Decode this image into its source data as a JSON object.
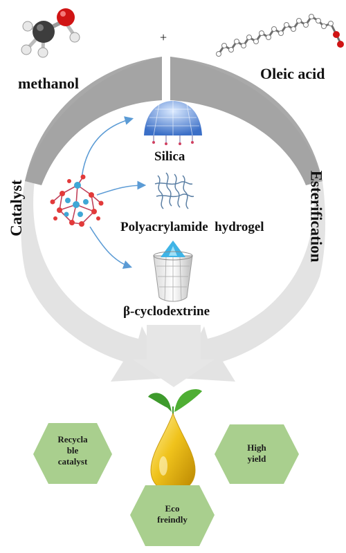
{
  "reactants": {
    "left": "methanol",
    "right": "Oleic acid",
    "plus": "+"
  },
  "process": {
    "left": "Catalyst",
    "right": "Esterification"
  },
  "supports": [
    {
      "label": "Silica",
      "icon": "silica-dome-icon"
    },
    {
      "label": "Polyacrylamide  hydrogel",
      "icon": "hydrogel-network-icon"
    },
    {
      "label": "β-cyclodextrine",
      "icon": "cyclodextrin-cone-icon"
    }
  ],
  "benefits": {
    "recyclable": [
      "Recycla",
      "ble",
      "catalyst"
    ],
    "high_yield": [
      "High",
      "yield"
    ],
    "eco": [
      "Eco",
      "freindly"
    ]
  },
  "colors": {
    "top_arrows": "#a9a9a9",
    "lower_arrows": "#e3e3e3",
    "hexagon": "#a9cf8e",
    "connector_arrows": "#5b9bd5",
    "oil_drop": "#e9b614",
    "leaf": "#3e9a2c"
  },
  "icons": [
    "methanol-molecule-icon",
    "oleic-acid-molecule-icon",
    "polyoxometalate-cluster-icon",
    "oil-drop-sprout-icon"
  ]
}
